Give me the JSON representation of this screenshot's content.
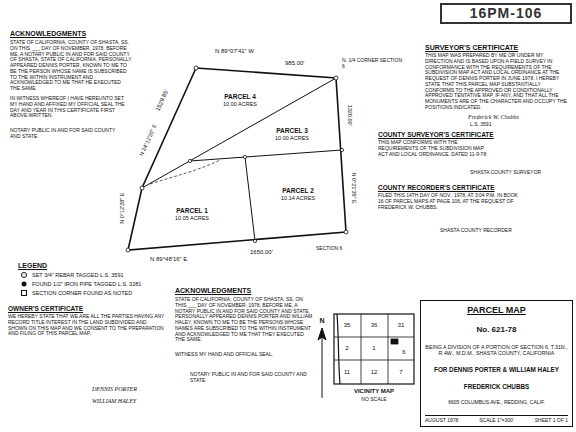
{
  "diagram": {
    "nodes": [
      {
        "text": [
          "16PM-106"
        ]
      },
      {
        "text": [
          "PARCEL 4",
          "10.00 ACRES"
        ]
      },
      {
        "text": [
          "PARCEL 3",
          "10.00 ACRES"
        ]
      },
      {
        "text": [
          "PARCEL 1",
          "10.05 ACRES"
        ]
      },
      {
        "text": [
          "PARCEL 2",
          "10.14 ACRES"
        ]
      },
      {
        "text": [
          "PARCEL MAP",
          "No. 621-78",
          "BEING A DIVISION OF A PORTION OF SECTION 6, T.31N., R.4W., M.D.M., SHASTA COUNTY, CALIFORNIA",
          "FOR DENNIS PORTER & WILLIAM HALEY",
          "FREDERICK CHUBBS",
          "6605 COLUMBUS AVE., REDDING, CALIF.",
          "AUGUST 1978",
          "SCALE 1\"=300'",
          "SHEET 1 OF 1"
        ]
      }
    ],
    "labels": [
      "ACKNOWLEDGMENTS",
      "STATE OF CALIFORNIA, COUNTY OF SHASTA, SS. ON THIS ___ DAY OF NOVEMBER, 1978, BEFORE ME, A NOTARY PUBLIC IN AND FOR SAID COUNTY OF SHASTA, STATE OF CALIFORNIA, PERSONALLY APPEARED DENNIS PORTER, KNOWN TO ME TO BE THE PERSON WHOSE NAME IS SUBSCRIBED TO THE WITHIN INSTRUMENT AND ACKNOWLEDGED TO ME THAT HE EXECUTED THE SAME.",
      "IN WITNESS WHEREOF I HAVE HEREUNTO SET MY HAND AND AFFIXED MY OFFICIAL SEAL THE DAY AND YEAR IN THIS CERTIFICATE FIRST ABOVE WRITTEN.",
      "NOTARY PUBLIC IN AND FOR SAID COUNTY AND STATE",
      "N 89°07'41\" W",
      "985.00'",
      "N. 1/4 CORNER SECTION 6",
      "1529.85'",
      "N 24°12'20\" E",
      "N 0°12'28\" E",
      "N 0°21'35\" E",
      "1320.00'",
      "N 89°48'16\" E",
      "1650.00'",
      "SECTION 6",
      "SURVEYOR'S CERTIFICATE",
      "THIS MAP WAS PREPARED BY ME OR UNDER MY DIRECTION AND IS BASED UPON A FIELD SURVEY IN CONFORMANCE WITH THE REQUIREMENTS OF THE SUBDIVISION MAP ACT AND LOCAL ORDINANCE AT THE REQUEST OF DENNIS PORTER IN JUNE 1978. I HEREBY STATE THAT THIS PARCEL MAP SUBSTANTIALLY CONFORMS TO THE APPROVED OR CONDITIONALLY APPROVED TENTATIVE MAP, IF ANY, AND THAT ALL THE MONUMENTS ARE OF THE CHARACTER AND OCCUPY THE POSITIONS INDICATED.",
      "Frederick W. Chubbs",
      "L.S. 3591",
      "COUNTY SURVEYOR'S CERTIFICATE",
      "THIS MAP CONFORMS WITH THE REQUIREMENTS OF THE SUBDIVISION MAP ACT AND LOCAL ORDINANCE. DATED 11-9-78",
      "SHASTA COUNTY SURVEYOR",
      "COUNTY RECORDER'S CERTIFICATE",
      "FILED THIS 14TH DAY OF NOV., 1978, AT 3:04 P.M. IN BOOK 16 OF PARCEL MAPS AT PAGE 106, AT THE REQUEST OF FREDERICK W. CHUBBS.",
      "SHASTA COUNTY RECORDER",
      "LEGEND",
      "OWNER'S CERTIFICATE",
      "WE HEREBY STATE THAT WE ARE ALL THE PARTIES HAVING ANY RECORD TITLE INTEREST IN THE LAND SUBDIVIDED AND SHOWN ON THIS MAP AND WE CONSENT TO THE PREPARATION AND FILING OF THIS PARCEL MAP.",
      "DENNIS PORTER",
      "WILLIAM HALEY",
      "ACKNOWLEDGMENTS",
      "STATE OF CALIFORNIA, COUNTY OF SHASTA, SS. ON THIS ___ DAY OF NOVEMBER, 1978, BEFORE ME, A NOTARY PUBLIC IN AND FOR SAID COUNTY AND STATE, PERSONALLY APPEARED DENNIS PORTER AND WILLIAM HALEY, KNOWN TO ME TO BE THE PERSONS WHOSE NAMES ARE SUBSCRIBED TO THE WITHIN INSTRUMENT AND ACKNOWLEDGED TO ME THAT THEY EXECUTED THE SAME.",
      "WITNESS MY HAND AND OFFICIAL SEAL.",
      "NOTARY PUBLIC IN AND FOR SAID COUNTY AND STATE",
      "N",
      "35",
      "36",
      "31",
      "2",
      "1",
      "6",
      "11",
      "12",
      "7",
      "VICINITY MAP",
      "NO SCALE"
    ],
    "legend": [
      {
        "text": "SET 3/4\" REBAR TAGGED L.S. 3591"
      },
      {
        "text": "FOUND 1/2\" IRON PIPE TAGGED L.S. 3281"
      },
      {
        "text": "SECTION CORNER FOUND AS NOTED"
      }
    ]
  }
}
